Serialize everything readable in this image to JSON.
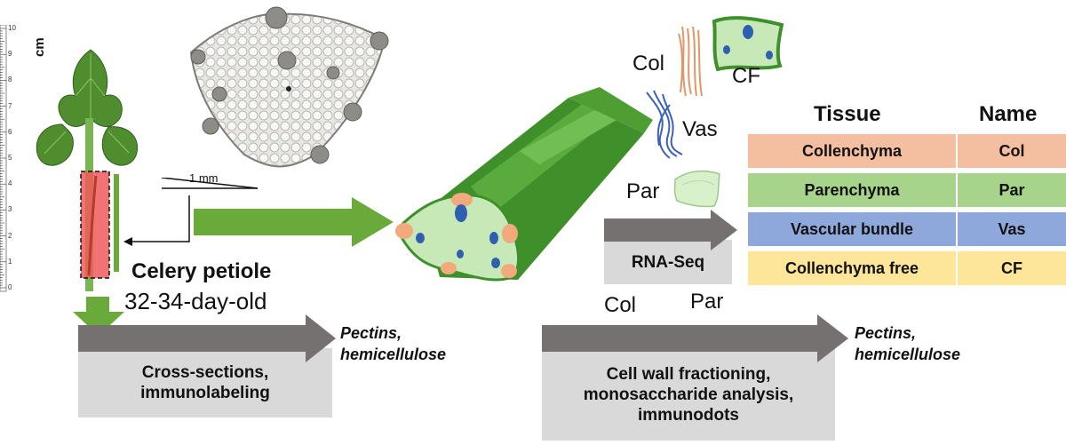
{
  "scale": {
    "unit": "cm",
    "ticks": [
      "10",
      "9",
      "8",
      "7",
      "6",
      "5",
      "4",
      "3",
      "2",
      "1",
      "0"
    ]
  },
  "section": {
    "scale_bar_label": "1 mm"
  },
  "petiole": {
    "title": "Celery petiole",
    "age": "32-34-day-old"
  },
  "left_process": {
    "label_line1": "Cross-sections,",
    "label_line2": "immunolabeling",
    "result_line1": "Pectins,",
    "result_line2": "hemicellulose"
  },
  "tissues_top": {
    "col": "Col",
    "cf": "CF",
    "vas": "Vas",
    "par": "Par",
    "method": "RNA-Seq"
  },
  "table": {
    "headers": [
      "Tissue",
      "Name"
    ],
    "rows": [
      {
        "tissue": "Collenchyma",
        "name": "Col",
        "color": "#f4bfa0"
      },
      {
        "tissue": "Parenchyma",
        "name": "Par",
        "color": "#a8d38a"
      },
      {
        "tissue": "Vascular bundle",
        "name": "Vas",
        "color": "#8fa8dc"
      },
      {
        "tissue": "Collenchyma free",
        "name": "CF",
        "color": "#fde59a"
      }
    ]
  },
  "right_process": {
    "col": "Col",
    "par": "Par",
    "line1": "Cell wall fractioning,",
    "line2": "monosaccharide analysis,",
    "line3": "immunodots",
    "result_line1": "Pectins,",
    "result_line2": "hemicellulose"
  },
  "colors": {
    "green_arrow": "#6aaa3a",
    "grey_arrow": "#767171",
    "box_grey": "#d9d9d9",
    "petiole_dark": "#3f8f2a",
    "petiole_light": "#5aab3e"
  }
}
